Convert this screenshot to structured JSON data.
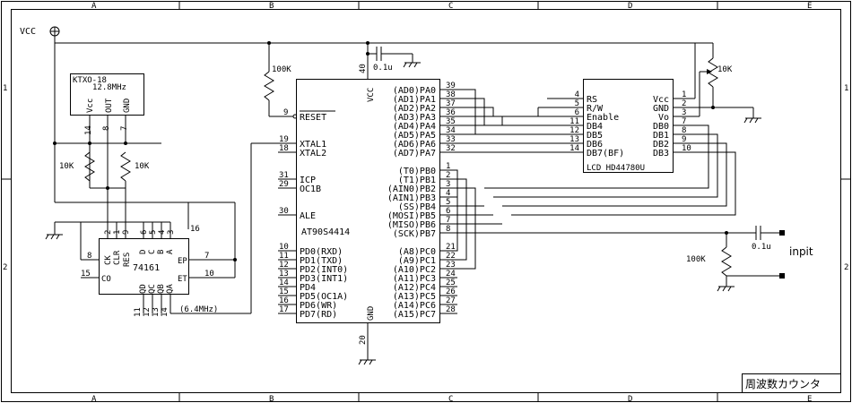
{
  "frame": {
    "columns": [
      "A",
      "B",
      "C",
      "D",
      "E"
    ],
    "rows": [
      "1",
      "2"
    ],
    "title": "周波数カウンタ"
  },
  "power": {
    "vcc": "VCC"
  },
  "oscillator": {
    "part": "KTXO-18",
    "freq": "12.8MHz",
    "pins": [
      "Vcc",
      "OUT",
      "GND"
    ],
    "pin_nums": [
      "14",
      "8",
      "7"
    ]
  },
  "resistors": {
    "r_reset": "100K",
    "r_left": "10K",
    "r_mid": "10K",
    "r_pot": "10K",
    "r_in": "100K"
  },
  "caps": {
    "c_bypass": "0.1u",
    "c_in": "0.1u"
  },
  "counter": {
    "part": "74161",
    "top_pins": [
      "CK",
      "CLR",
      "RES",
      "D",
      "C",
      "B",
      "A"
    ],
    "top_nums": [
      "2",
      "1",
      "9",
      "6",
      "5",
      "4",
      "3"
    ],
    "right_pin_nums": [
      "16",
      "7",
      "10"
    ],
    "right_labels": [
      "EP",
      "ET"
    ],
    "co_label": "CO",
    "co_num": "15",
    "gnd_num": "8",
    "bottom_pins": [
      "QD",
      "QC",
      "QB",
      "QA"
    ],
    "bottom_nums": [
      "11",
      "12",
      "13",
      "14"
    ],
    "out_label": "(6.4MHz)"
  },
  "mcu": {
    "part": "AT90S4414",
    "vcc_pin": "40",
    "vcc_label": "VCC",
    "gnd_pin": "20",
    "gnd_label": "GND",
    "reset_num": "9",
    "reset_label": "RESET",
    "xtal": [
      {
        "num": "19",
        "label": "XTAL1"
      },
      {
        "num": "18",
        "label": "XTAL2"
      }
    ],
    "left_mid": [
      {
        "num": "31",
        "label": "ICP"
      },
      {
        "num": "29",
        "label": "OC1B"
      },
      {
        "num": "30",
        "label": "ALE"
      }
    ],
    "pd": [
      {
        "num": "10",
        "label": "PD0(RXD)"
      },
      {
        "num": "11",
        "label": "PD1(TXD)"
      },
      {
        "num": "12",
        "label": "PD2(INT0)"
      },
      {
        "num": "13",
        "label": "PD3(INT1)"
      },
      {
        "num": "14",
        "label": "PD4"
      },
      {
        "num": "15",
        "label": "PD5(OC1A)"
      },
      {
        "num": "16",
        "label": "PD6(WR)"
      },
      {
        "num": "17",
        "label": "PD7(RD)"
      }
    ],
    "pa": [
      {
        "num": "39",
        "label": "(AD0)PA0"
      },
      {
        "num": "38",
        "label": "(AD1)PA1"
      },
      {
        "num": "37",
        "label": "(AD2)PA2"
      },
      {
        "num": "36",
        "label": "(AD3)PA3"
      },
      {
        "num": "35",
        "label": "(AD4)PA4"
      },
      {
        "num": "34",
        "label": "(AD5)PA5"
      },
      {
        "num": "33",
        "label": "(AD6)PA6"
      },
      {
        "num": "32",
        "label": "(AD7)PA7"
      }
    ],
    "pb": [
      {
        "num": "1",
        "label": "(T0)PB0"
      },
      {
        "num": "2",
        "label": "(T1)PB1"
      },
      {
        "num": "3",
        "label": "(AIN0)PB2"
      },
      {
        "num": "4",
        "label": "(AIN1)PB3"
      },
      {
        "num": "5",
        "label": "(SS)PB4"
      },
      {
        "num": "6",
        "label": "(MOSI)PB5"
      },
      {
        "num": "7",
        "label": "(MISO)PB6"
      },
      {
        "num": "8",
        "label": "(SCK)PB7"
      }
    ],
    "pc": [
      {
        "num": "21",
        "label": "(A8)PC0"
      },
      {
        "num": "22",
        "label": "(A9)PC1"
      },
      {
        "num": "23",
        "label": "(A10)PC2"
      },
      {
        "num": "24",
        "label": "(A11)PC3"
      },
      {
        "num": "25",
        "label": "(A12)PC4"
      },
      {
        "num": "26",
        "label": "(A13)PC5"
      },
      {
        "num": "27",
        "label": "(A14)PC6"
      },
      {
        "num": "28",
        "label": "(A15)PC7"
      }
    ]
  },
  "lcd": {
    "part": "LCD HD44780U",
    "left": [
      {
        "num": "4",
        "label": "RS"
      },
      {
        "num": "5",
        "label": "R/W"
      },
      {
        "num": "6",
        "label": "Enable"
      },
      {
        "num": "11",
        "label": "DB4"
      },
      {
        "num": "12",
        "label": "DB5"
      },
      {
        "num": "13",
        "label": "DB6"
      },
      {
        "num": "14",
        "label": "DB7(BF)"
      }
    ],
    "right": [
      {
        "num": "1",
        "label": "Vcc"
      },
      {
        "num": "2",
        "label": "GND"
      },
      {
        "num": "3",
        "label": "Vo"
      },
      {
        "num": "7",
        "label": "DB0"
      },
      {
        "num": "8",
        "label": "DB1"
      },
      {
        "num": "9",
        "label": "DB2"
      },
      {
        "num": "10",
        "label": "DB3"
      }
    ]
  },
  "input": {
    "label": "inpit"
  }
}
